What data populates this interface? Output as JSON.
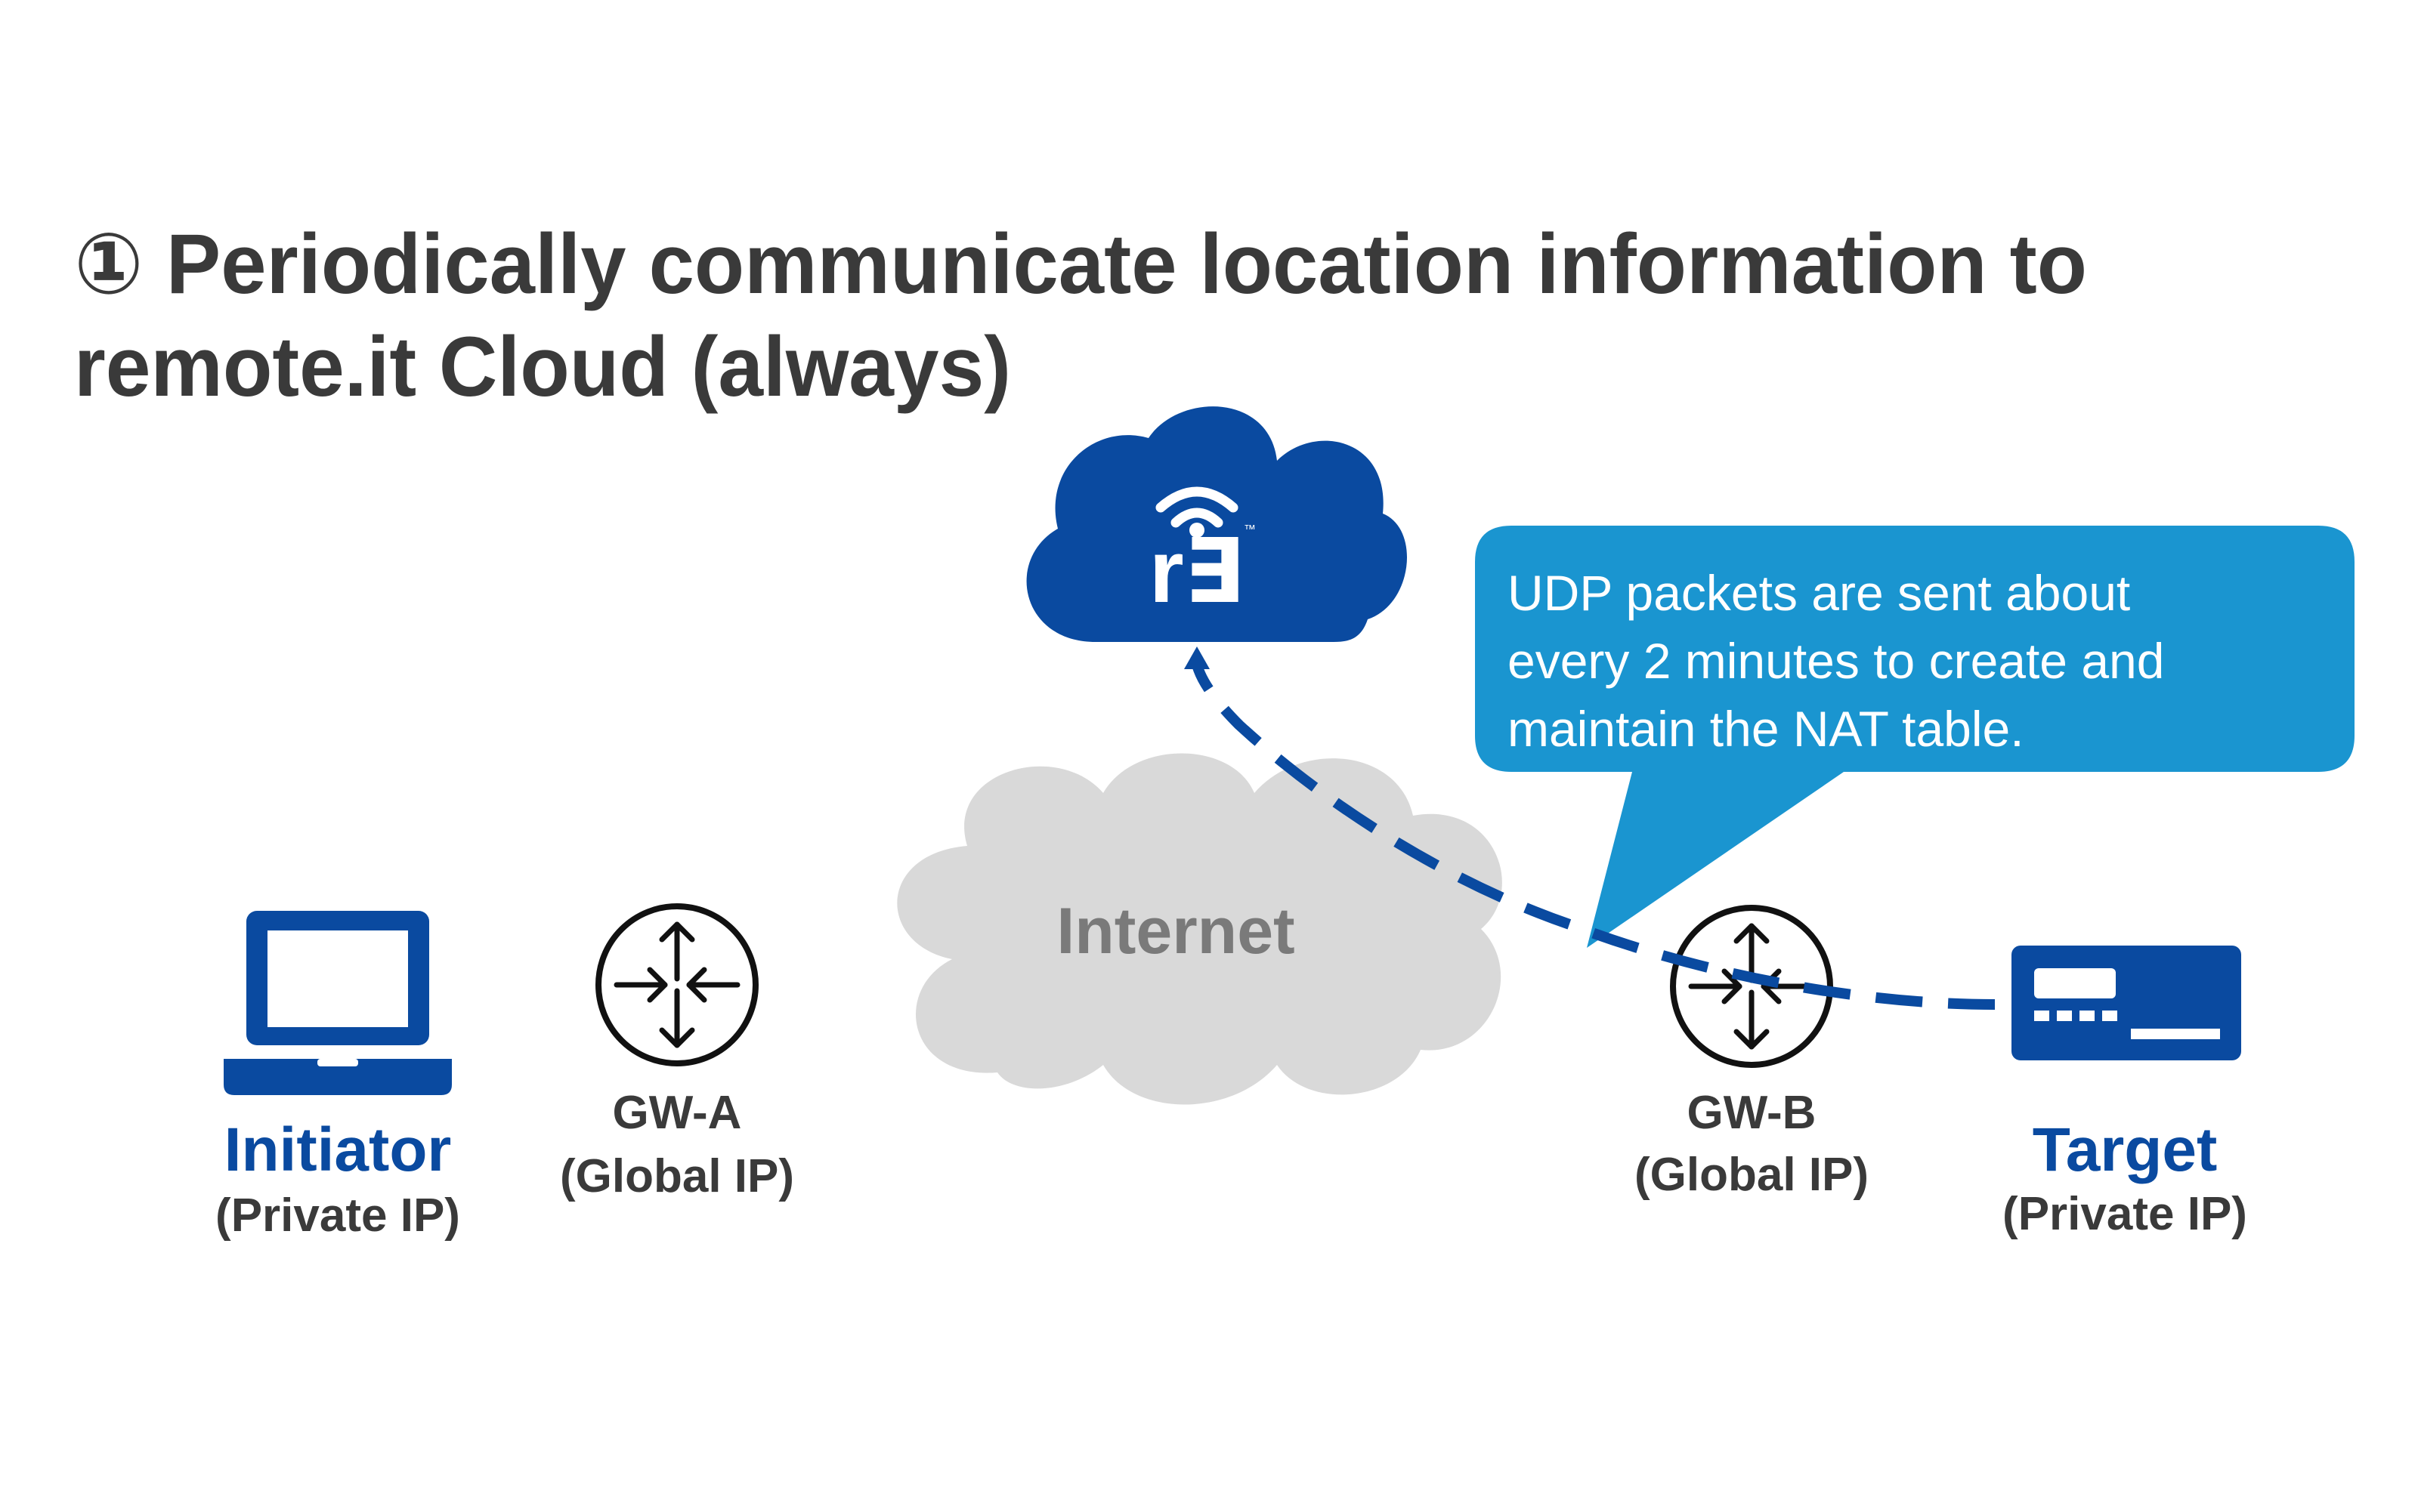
{
  "title": {
    "line1": "① Periodically communicate location information to",
    "line2": "remote.it Cloud (always)"
  },
  "cloud_logo": {
    "text": "r∃",
    "trademark": "™"
  },
  "internet": {
    "label": "Internet"
  },
  "callout": {
    "line1": "UDP packets are sent about",
    "line2": "every 2 minutes to create and",
    "line3": "maintain the NAT table."
  },
  "nodes": {
    "initiator": {
      "name": "Initiator",
      "detail": "(Private IP)"
    },
    "gw_a": {
      "name": "GW-A",
      "detail": "(Global IP)"
    },
    "gw_b": {
      "name": "GW-B",
      "detail": "(Global IP)"
    },
    "target": {
      "name": "Target",
      "detail": "(Private IP)"
    }
  },
  "colors": {
    "title_text": "#3a3a3a",
    "brand_blue": "#0a4aa0",
    "callout_blue": "#1a95d0",
    "internet_gray": "#d9d9d9",
    "internet_text": "#7a7a7a",
    "label_dark": "#3a3a3a",
    "white": "#ffffff"
  },
  "icons": {
    "cloud": "remoteit-cloud-icon",
    "laptop": "laptop-icon",
    "router": "router-icon",
    "device": "device-icon",
    "internet": "internet-cloud-icon"
  }
}
